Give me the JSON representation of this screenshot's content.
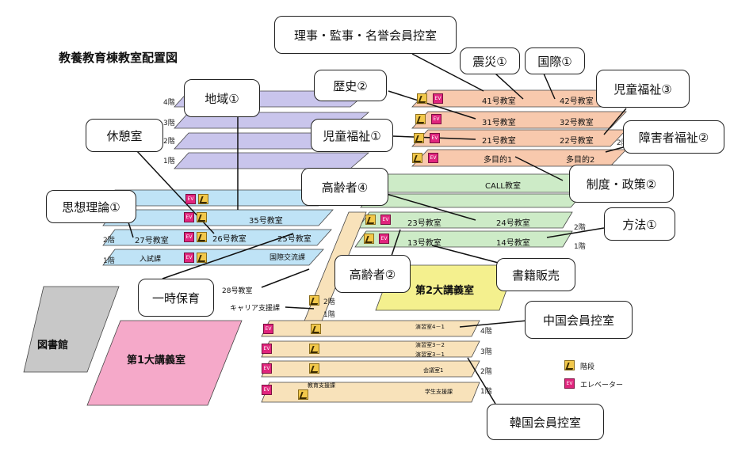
{
  "title": "教養教育棟教室配置図",
  "floors": {
    "f4": "4階",
    "f3": "3階",
    "f2": "2階",
    "f1": "1階"
  },
  "buildings": {
    "library": "図書館",
    "lecture1": "第1大講義室",
    "lecture2": "第2大講義室"
  },
  "rooms": {
    "r41": "41号教室",
    "r42": "42号教室",
    "r31": "31号教室",
    "r32": "32号教室",
    "r21": "21号教室",
    "r22": "22号教室",
    "multi1": "多目的1",
    "multi2": "多目的2",
    "call": "CALL教室",
    "r23": "23号教室",
    "r24": "24号教室",
    "r13": "13号教室",
    "r14": "14号教室",
    "r35": "35号教室",
    "r27": "27号教室",
    "r26": "26号教室",
    "r25": "25号教室",
    "admission": "入試課",
    "intl": "国際交流課",
    "r28": "28号教室",
    "career": "キャリア支援課",
    "ex41": "演習室4－1",
    "ex32": "演習室3－2",
    "ex31": "演習室3－1",
    "conf1": "会議室1",
    "edu": "教育支援課",
    "student": "学生支援課",
    "ev": "EV"
  },
  "callouts": {
    "board": "理事・監事・名誉会員控室",
    "disaster": "震災①",
    "intl": "国際①",
    "history": "歴史②",
    "child3": "児童福祉③",
    "child1": "児童福祉①",
    "disability2": "障害者福祉②",
    "region1": "地域①",
    "rest": "休憩室",
    "thought1": "思想理論①",
    "elderly4": "高齢者④",
    "policy2": "制度・政策②",
    "method1": "方法①",
    "elderly2": "高齢者②",
    "books": "書籍販売",
    "childcare": "一時保育",
    "china": "中国会員控室",
    "korea": "韓国会員控室"
  },
  "legend": {
    "stairs": "階段",
    "elevator": "エレベーター"
  },
  "colors": {
    "purple": "#c9c5ec",
    "blue": "#bfe3f6",
    "orange": "#f8c9ad",
    "green": "#cdebc7",
    "tan": "#f8e2ba",
    "lecture1": "#f5a9c9",
    "lecture2": "#f4f08e",
    "library": "#c8c8c8"
  }
}
